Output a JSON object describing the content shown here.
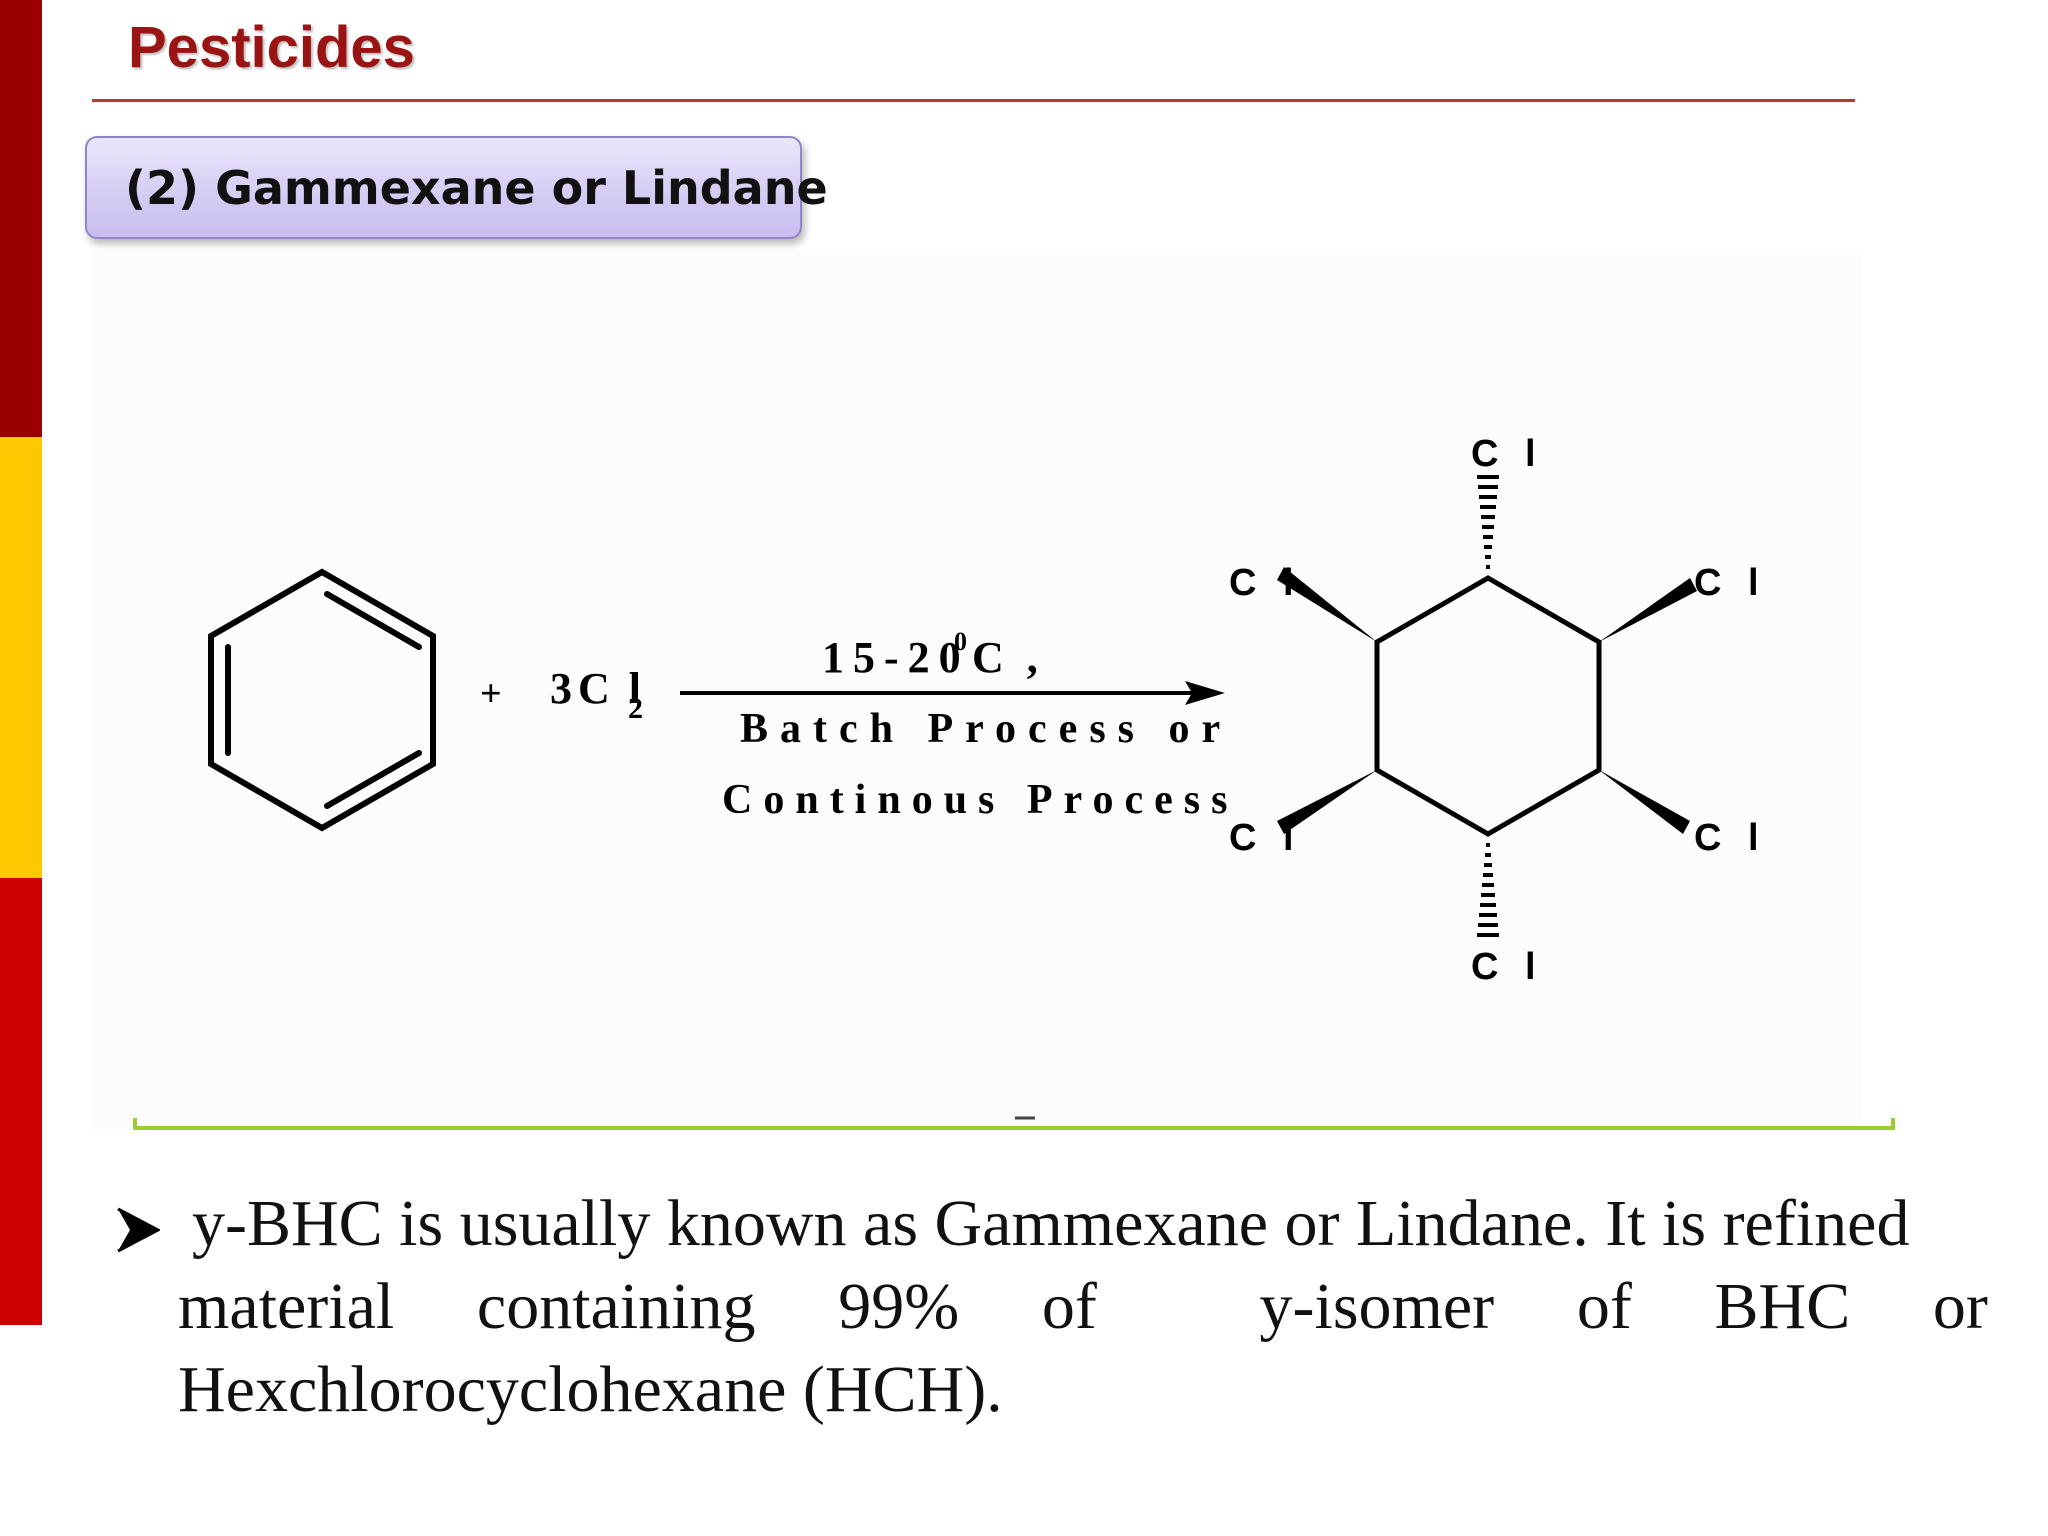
{
  "slide": {
    "title": "Pesticides",
    "subtitle": "(2) Gammexane or Lindane"
  },
  "reaction": {
    "plus": "+",
    "reagent_coeff": "3",
    "reagent_symbol": "C l",
    "reagent_subscript": "2",
    "condition_temp": "15-20",
    "condition_degree": "0",
    "condition_unit": "C ,",
    "condition_line2": "Batch Process or",
    "condition_line3": "Continous Process",
    "product_cl_label": "C l"
  },
  "bullet": {
    "line1": "y-BHC is usually known as Gammexane or Lindane. It is refined",
    "line2_words": [
      "material",
      "containing",
      "99%",
      "of",
      "y-isomer",
      "of",
      "BHC",
      "or"
    ],
    "line3": "Hexchlorocyclohexane (HCH)."
  },
  "colors": {
    "stripe_top": "#9a0000",
    "stripe_middle": "#ffc800",
    "stripe_bottom": "#cc0000",
    "title": "#9a1414",
    "title_rule": "#c0362c",
    "subtitle_box": "#d6cdf4",
    "divider": "#9acd32"
  }
}
